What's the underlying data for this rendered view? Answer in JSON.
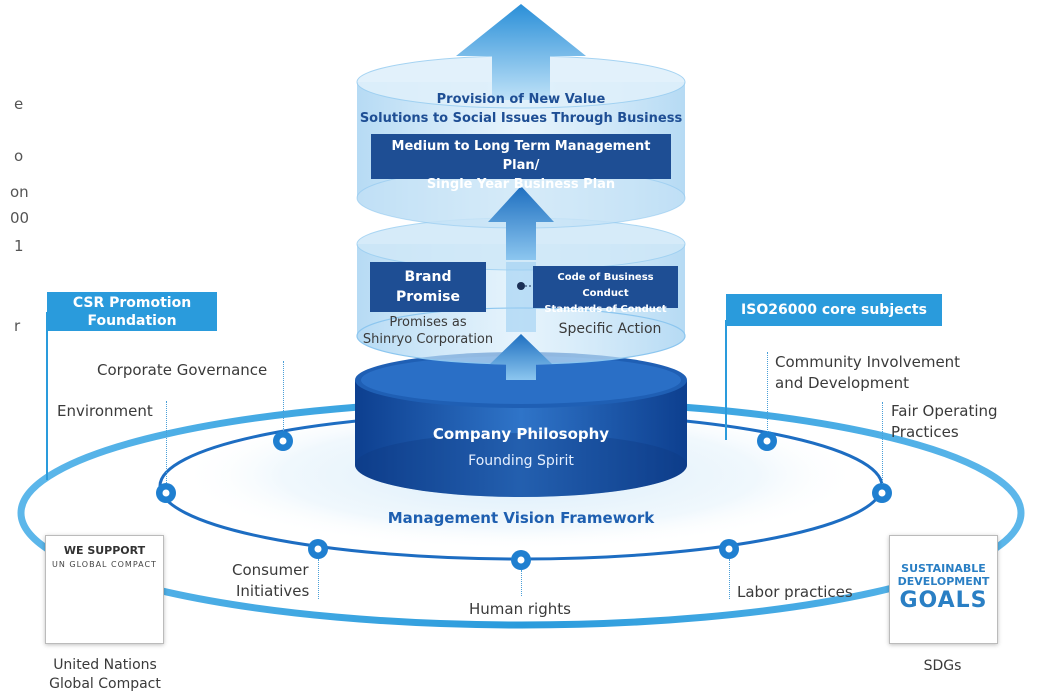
{
  "edge_text": [
    "e",
    "o",
    "on",
    "00",
    "1",
    "r"
  ],
  "top_cylinder": {
    "title": "Provision of New Value",
    "subtitle": "Solutions to Social Issues Through Business",
    "plan_line1": "Medium to Long Term Management Plan/",
    "plan_line2": "Single Year Business Plan"
  },
  "middle_cylinder": {
    "brand_line1": "Brand",
    "brand_line2": "Promise",
    "promise_line1": "Promises as",
    "promise_line2": "Shinryo Corporation",
    "conduct_line1": "Code of Business Conduct",
    "conduct_line2": "Standards of Conduct",
    "specific": "Specific Action"
  },
  "base_cylinder": {
    "title": "Company Philosophy",
    "subtitle": "Founding Spirit"
  },
  "csr_tag": {
    "line1": "CSR Promotion",
    "line2": "Foundation"
  },
  "iso_tag": "ISO26000 core subjects",
  "ring_label": "Management Vision Framework",
  "subjects": {
    "corporate_governance": "Corporate Governance",
    "environment": "Environment",
    "community_line1": "Community Involvement",
    "community_line2": "and Development",
    "fair_line1": "Fair Operating",
    "fair_line2": "Practices",
    "consumer_line1": "Consumer",
    "consumer_line2": "Initiatives",
    "human_rights": "Human rights",
    "labor": "Labor practices"
  },
  "un_logo": {
    "we_support": "WE SUPPORT",
    "arc_text": "UN GLOBAL COMPACT"
  },
  "un_caption_line1": "United Nations",
  "un_caption_line2": "Global Compact",
  "sdg_logo": {
    "line1": "SUSTAINABLE",
    "line2": "DEVELOPMENT",
    "goals": "GOALS"
  },
  "sdg_caption": "SDGs",
  "colors": {
    "navy": "#1e4e94",
    "accent": "#2a9bdc",
    "ring": "#3aa3e0",
    "cyl_light": "#bfe0f6"
  }
}
